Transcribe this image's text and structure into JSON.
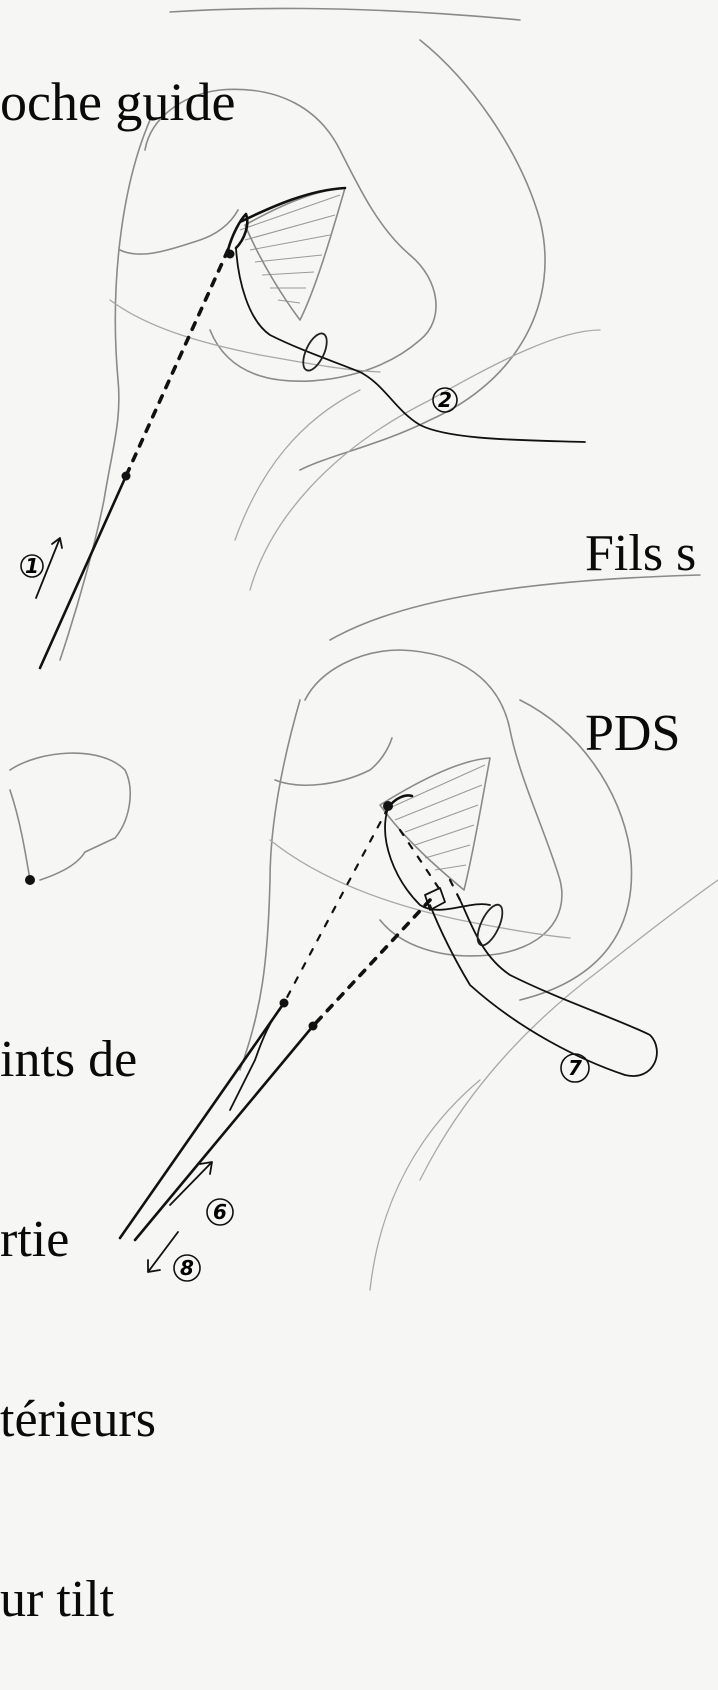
{
  "title": "oche guide",
  "fils_label": [
    "Fils s",
    "PDS"
  ],
  "points_label": [
    "ints de",
    "rtie",
    "térieurs",
    "ur tilt"
  ],
  "step_labels": {
    "s1": "1",
    "s2": "2",
    "s6": "6",
    "s7": "7",
    "s8": "8"
  }
}
